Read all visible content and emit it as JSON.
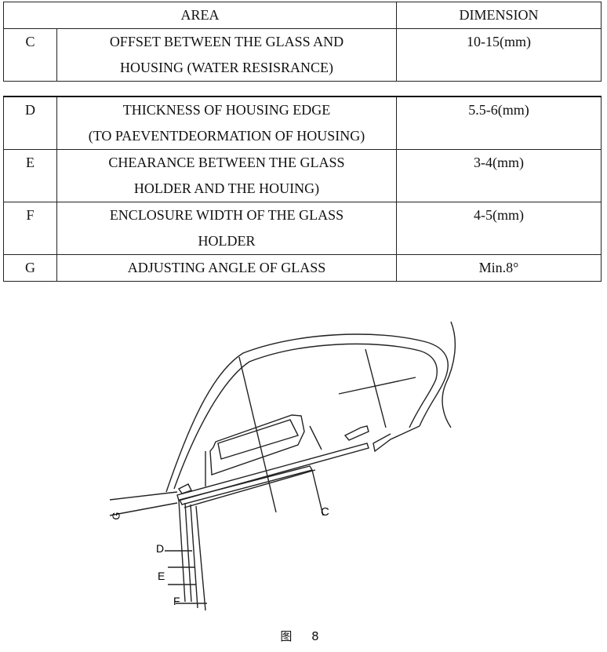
{
  "table": {
    "header": {
      "area": "AREA",
      "dimension": "DIMENSION"
    },
    "row_c": {
      "id": "C",
      "area_line1": "OFFSET BETWEEN THE GLASS AND",
      "area_line2": "HOUSING (WATER RESISRANCE)",
      "dimension": "10-15(mm)"
    },
    "row_d": {
      "id": "D",
      "area_line1": "THICKNESS OF HOUSING EDGE",
      "area_line2": "(TO PAEVENTDEORMATION OF HOUSING)",
      "dimension": "5.5-6(mm)"
    },
    "row_e": {
      "id": "E",
      "area_line1": "CHEARANCE BETWEEN THE GLASS",
      "area_line2": "HOLDER AND THE HOUING)",
      "dimension": "3-4(mm)"
    },
    "row_f": {
      "id": "F",
      "area_line1": "ENCLOSURE WIDTH OF THE GLASS",
      "area_line2": "HOLDER",
      "dimension": "4-5(mm)"
    },
    "row_g": {
      "id": "G",
      "area_line1": "ADJUSTING ANGLE OF GLASS",
      "dimension": "Min.8°"
    }
  },
  "figure": {
    "labels": {
      "c": "C",
      "d": "D",
      "e": "E",
      "f": "F",
      "g": "G"
    },
    "caption": "图 8"
  }
}
